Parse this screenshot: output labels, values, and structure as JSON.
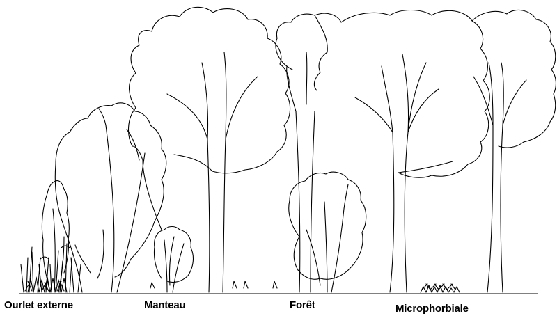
{
  "labels": {
    "ourlet": "Ourlet externe",
    "manteau": "Manteau",
    "foret": "Forêt",
    "microphorbiale": "Microphorbiale"
  },
  "colors": {
    "line": "#000000",
    "background": "#ffffff"
  }
}
